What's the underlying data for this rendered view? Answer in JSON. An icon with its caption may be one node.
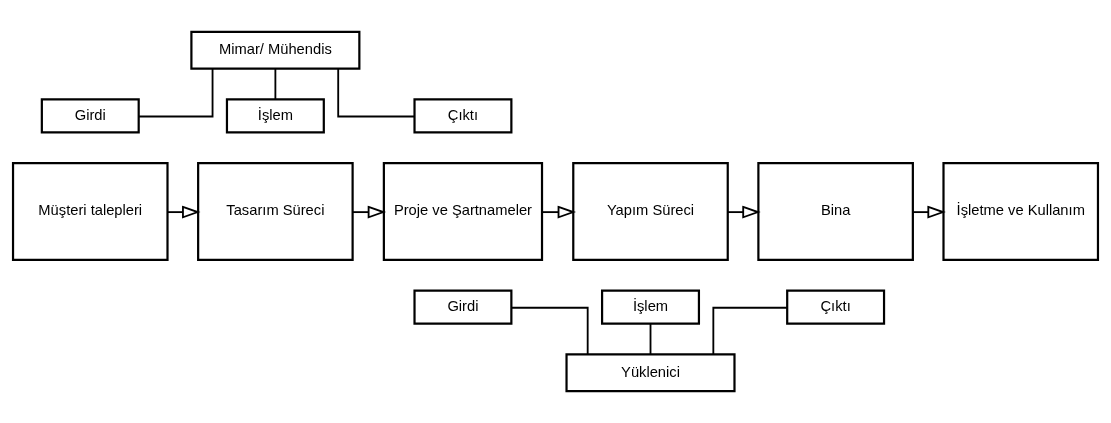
{
  "diagram": {
    "nodes": [
      {
        "text": [
          "Mimar/ Mühendis"
        ]
      },
      {
        "text": [
          "Girdi"
        ]
      },
      {
        "text": [
          "İşlem"
        ]
      },
      {
        "text": [
          "Çıktı"
        ]
      },
      {
        "text": [
          "Müşteri talepleri"
        ]
      },
      {
        "text": [
          "Tasarım Süreci"
        ]
      },
      {
        "text": [
          "Proje ve Şartnameler"
        ]
      },
      {
        "text": [
          "Yapım Süreci"
        ]
      },
      {
        "text": [
          "Bina"
        ]
      },
      {
        "text": [
          "İşletme ve Kullanım"
        ]
      },
      {
        "text": [
          "Girdi"
        ]
      },
      {
        "text": [
          "İşlem"
        ]
      },
      {
        "text": [
          "Çıktı"
        ]
      },
      {
        "text": [
          "Yüklenici"
        ]
      }
    ],
    "edges": [
      {
        "from": 4,
        "to": 5,
        "arrow": "to"
      },
      {
        "from": 5,
        "to": 6,
        "arrow": "to"
      },
      {
        "from": 6,
        "to": 7,
        "arrow": "to"
      },
      {
        "from": 7,
        "to": 8,
        "arrow": "to"
      },
      {
        "from": 8,
        "to": 9,
        "arrow": "to"
      },
      {
        "from": 0,
        "to": 1,
        "arrow": "none"
      },
      {
        "from": 0,
        "to": 2,
        "arrow": "none"
      },
      {
        "from": 0,
        "to": 3,
        "arrow": "none"
      },
      {
        "from": 10,
        "to": 13,
        "arrow": "none"
      },
      {
        "from": 11,
        "to": 13,
        "arrow": "none"
      },
      {
        "from": 12,
        "to": 13,
        "arrow": "none"
      }
    ]
  }
}
